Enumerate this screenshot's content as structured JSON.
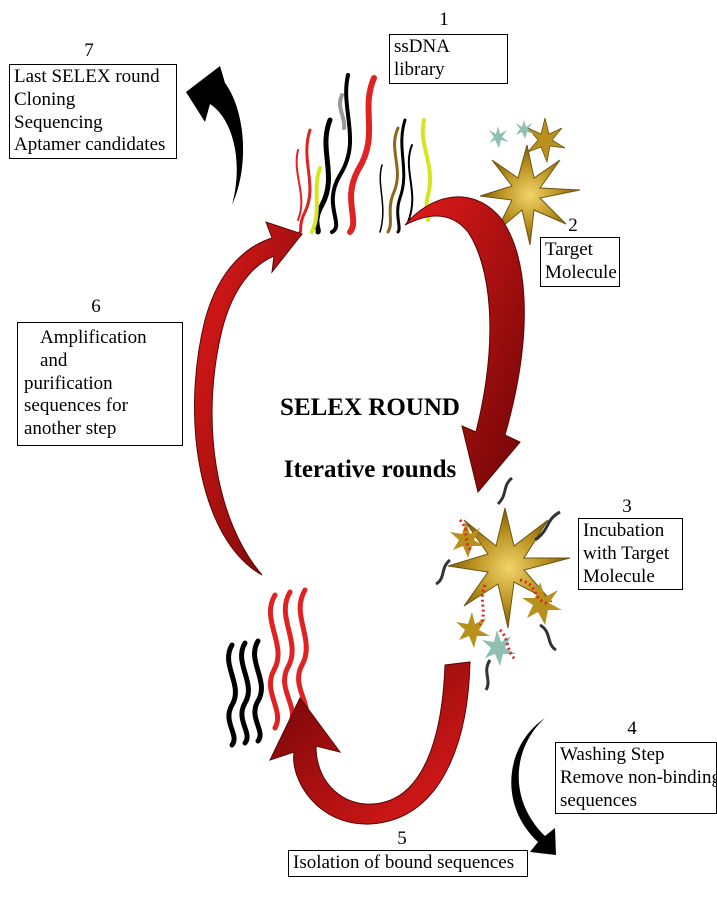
{
  "diagram": {
    "center": {
      "title": "SELEX ROUND",
      "subtitle": "Iterative rounds"
    },
    "steps": [
      {
        "number": "1",
        "lines": [
          "ssDNA library"
        ]
      },
      {
        "number": "2",
        "lines": [
          "Target",
          "Molecule"
        ]
      },
      {
        "number": "3",
        "lines": [
          "Incubation",
          "with Target",
          "Molecule"
        ]
      },
      {
        "number": "4",
        "lines": [
          "Washing Step",
          "Remove non-binding",
          "sequences"
        ]
      },
      {
        "number": "5",
        "lines": [
          "Isolation of bound sequences"
        ]
      },
      {
        "number": "6",
        "lines": [
          "Amplification and",
          "purification",
          "sequences for",
          "another step"
        ]
      },
      {
        "number": "7",
        "lines": [
          "Last SELEX round",
          "Cloning",
          "Sequencing",
          "Aptamer candidates"
        ]
      }
    ],
    "colors": {
      "arrow_red": "#c41010",
      "arrow_dark_red": "#6e0505",
      "strand_red": "#e02222",
      "strand_black": "#000000",
      "strand_yellow": "#d6e61e",
      "strand_brown": "#8a6a1a",
      "molecule_gold": "#b8901e",
      "molecule_teal": "#8fbfb0"
    }
  }
}
